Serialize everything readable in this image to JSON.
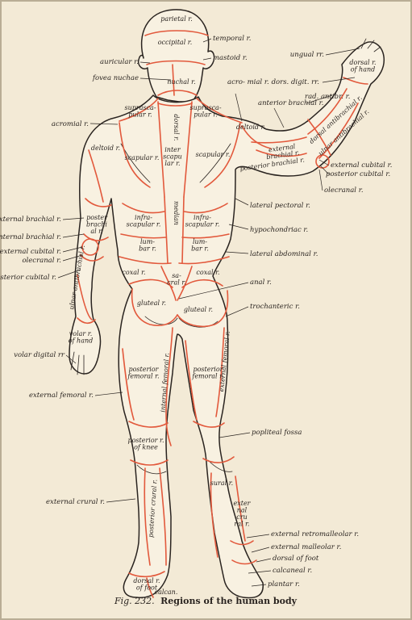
{
  "caption": {
    "fig": "Fig. 232.",
    "text": "Regions of the human body"
  },
  "colors": {
    "paper": "#f3ead6",
    "ink": "#2a2420",
    "region_line": "#e2593c",
    "frame": "#b9ad95"
  },
  "inner_labels": [
    {
      "id": "parietal",
      "lines": [
        "parietal r."
      ]
    },
    {
      "id": "occipital",
      "lines": [
        "occipital r."
      ]
    },
    {
      "id": "nuchal",
      "lines": [
        "nuchal r."
      ]
    },
    {
      "id": "suprascapular-left",
      "lines": [
        "suprasca-",
        "pular r."
      ]
    },
    {
      "id": "suprascapular-right",
      "lines": [
        "suprasca-",
        "pular r."
      ]
    },
    {
      "id": "dorsal",
      "lines": [
        "dorsal r."
      ]
    },
    {
      "id": "deltoid-left",
      "lines": [
        "deltoid r."
      ]
    },
    {
      "id": "deltoid-right",
      "lines": [
        "deltoid r."
      ]
    },
    {
      "id": "scapular-left",
      "lines": [
        "scapular r."
      ]
    },
    {
      "id": "scapular-right",
      "lines": [
        "scapular r."
      ]
    },
    {
      "id": "interscapular",
      "lines": [
        "inter",
        "scapu",
        "lar r."
      ]
    },
    {
      "id": "external-brachial-inner",
      "lines": [
        "external",
        "brachial r."
      ]
    },
    {
      "id": "posterior-brachial-inner",
      "lines": [
        "posterior brachial r."
      ]
    },
    {
      "id": "dorsal-antibrachial",
      "lines": [
        "dorsal antibrachial r."
      ]
    },
    {
      "id": "dorsal-of-hand-right",
      "lines": [
        "dorsal r.",
        "of hand"
      ]
    },
    {
      "id": "ulnar-antibrachial",
      "lines": [
        "ulnar antibrachial r."
      ]
    },
    {
      "id": "posterior-brachial-left",
      "lines": [
        "poster",
        "brachi",
        "al r."
      ]
    },
    {
      "id": "infrascapular-left",
      "lines": [
        "infra-",
        "scapular r."
      ]
    },
    {
      "id": "infrascapular-right",
      "lines": [
        "infra-",
        "scapular r."
      ]
    },
    {
      "id": "median",
      "lines": [
        "median"
      ]
    },
    {
      "id": "lumbar-left",
      "lines": [
        "lum-",
        "bar r."
      ]
    },
    {
      "id": "lumbar-right",
      "lines": [
        "lum-",
        "bar r."
      ]
    },
    {
      "id": "coxal-left",
      "lines": [
        "coxal r."
      ]
    },
    {
      "id": "coxal-right",
      "lines": [
        "coxal r."
      ]
    },
    {
      "id": "sacral",
      "lines": [
        "sa-",
        "cral r."
      ]
    },
    {
      "id": "gluteal-left",
      "lines": [
        "gluteal r."
      ]
    },
    {
      "id": "gluteal-right",
      "lines": [
        "gluteal r."
      ]
    },
    {
      "id": "ulnar-antibrachial-left",
      "lines": [
        "ulnar antibrachial r."
      ]
    },
    {
      "id": "volar-of-hand",
      "lines": [
        "volar r.",
        "of hand"
      ]
    },
    {
      "id": "posterior-femoral-left",
      "lines": [
        "posterior",
        "femoral r."
      ]
    },
    {
      "id": "posterior-femoral-right",
      "lines": [
        "posterior",
        "femoral r."
      ]
    },
    {
      "id": "internal-femoral",
      "lines": [
        "internal femoral r."
      ]
    },
    {
      "id": "external-femoral-inner",
      "lines": [
        "external femoral r."
      ]
    },
    {
      "id": "posterior-knee",
      "lines": [
        "posterior r.",
        "of knee"
      ]
    },
    {
      "id": "sural",
      "lines": [
        "sural r."
      ]
    },
    {
      "id": "posterior-crural",
      "lines": [
        "posterior crural r."
      ]
    },
    {
      "id": "external-crural-inner",
      "lines": [
        "exter",
        "nal",
        "cru",
        "ral r."
      ]
    },
    {
      "id": "dorsal-of-foot-inner",
      "lines": [
        "dorsal r.",
        "of foot"
      ]
    },
    {
      "id": "calcaneal-inner",
      "lines": [
        "calcan."
      ]
    }
  ],
  "callouts": [
    {
      "id": "temporal",
      "text": "temporal r."
    },
    {
      "id": "mastoid",
      "text": "mastoid r."
    },
    {
      "id": "auricular",
      "text": "auricular r."
    },
    {
      "id": "fovea-nuchae",
      "text": "fovea nuchae"
    },
    {
      "id": "acromial-left",
      "text": "acromial r."
    },
    {
      "id": "acromial-right",
      "text": "acro- mial r."
    },
    {
      "id": "ungual",
      "text": "ungual rr."
    },
    {
      "id": "dorsal-digital",
      "text": "dors. digit. rr."
    },
    {
      "id": "radial-antibrachial",
      "text": "rad. antibr. r."
    },
    {
      "id": "anterior-brachial",
      "text": "anterior brachial r."
    },
    {
      "id": "external-cubital-right",
      "text": "external cubital r."
    },
    {
      "id": "posterior-cubital-right",
      "text": "posterior cubital r."
    },
    {
      "id": "olecranal-right",
      "text": "olecranal r."
    },
    {
      "id": "lateral-pectoral",
      "text": "lateral pectoral r."
    },
    {
      "id": "hypochondriac",
      "text": "hypochondriac r."
    },
    {
      "id": "lateral-abdominal",
      "text": "lateral abdominal r."
    },
    {
      "id": "external-brachial-left",
      "text": "external brachial r."
    },
    {
      "id": "internal-brachial-left",
      "text": "internal brachial r."
    },
    {
      "id": "external-cubital-left",
      "text": "external cubital r."
    },
    {
      "id": "olecranal-left",
      "text": "olecranal r."
    },
    {
      "id": "posterior-cubital-left",
      "text": "posterior cubital r."
    },
    {
      "id": "anal",
      "text": "anal r."
    },
    {
      "id": "trochanteric",
      "text": "trochanteric r."
    },
    {
      "id": "volar-digital",
      "text": "volar digital rr"
    },
    {
      "id": "external-femoral",
      "text": "external femoral r."
    },
    {
      "id": "popliteal-fossa",
      "text": "popliteal fossa"
    },
    {
      "id": "external-crural",
      "text": "external crural r."
    },
    {
      "id": "external-retromalleolar",
      "text": "external retromalleolar r."
    },
    {
      "id": "external-malleolar",
      "text": "external malleolar r."
    },
    {
      "id": "dorsal-of-foot",
      "text": "dorsal of foot"
    },
    {
      "id": "calcaneal",
      "text": "calcaneal r."
    },
    {
      "id": "plantar",
      "text": "plantar r."
    }
  ]
}
